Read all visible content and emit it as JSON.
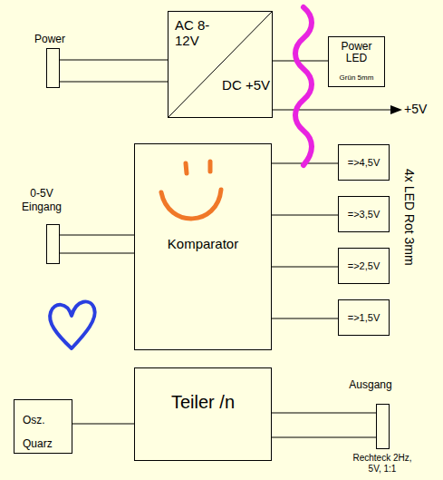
{
  "diagram": {
    "nodes": [
      {
        "text": [
          "Power"
        ]
      },
      {
        "text": [
          "AC 8-12V",
          "DC +5V"
        ]
      },
      {
        "text": [
          "Power LED",
          "Grün 5mm"
        ]
      },
      {
        "text": [
          "0-5V Eingang"
        ]
      },
      {
        "text": [
          "Komparator"
        ]
      },
      {
        "text": [
          "=>4,5V"
        ]
      },
      {
        "text": [
          "=>3,5V"
        ]
      },
      {
        "text": [
          "=>2,5V"
        ]
      },
      {
        "text": [
          "=>1,5V"
        ]
      },
      {
        "text": [
          "Osz. Quarz"
        ]
      },
      {
        "text": [
          "Teiler /n"
        ]
      },
      {
        "text": [
          "Ausgang",
          "Rechteck 2Hz, 5V, 1:1"
        ]
      }
    ],
    "edges": [
      {
        "from": 0,
        "to": 1,
        "arrow": "none"
      },
      {
        "from": 0,
        "to": 1,
        "arrow": "none"
      },
      {
        "from": 1,
        "to": 2,
        "arrow": "none"
      },
      {
        "from": 3,
        "to": 4,
        "arrow": "none"
      },
      {
        "from": 3,
        "to": 4,
        "arrow": "none"
      },
      {
        "from": 4,
        "to": 5,
        "arrow": "none"
      },
      {
        "from": 4,
        "to": 6,
        "arrow": "none"
      },
      {
        "from": 4,
        "to": 7,
        "arrow": "none"
      },
      {
        "from": 4,
        "to": 8,
        "arrow": "none"
      },
      {
        "from": 9,
        "to": 10,
        "arrow": "none"
      },
      {
        "from": 10,
        "to": 11,
        "arrow": "none"
      },
      {
        "from": 10,
        "to": 11,
        "arrow": "none"
      }
    ],
    "labels": [
      "+5V",
      "4x LED Rot 3mm"
    ]
  }
}
